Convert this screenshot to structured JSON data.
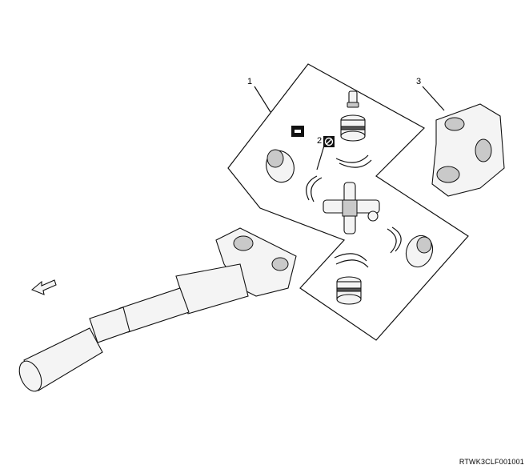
{
  "callouts": {
    "c1": "1",
    "c2": "2",
    "c3": "3"
  },
  "figure_code": "RTWK3CLF001001",
  "icons": [
    "grease-icon",
    "no-reuse-icon",
    "direction-arrow-icon"
  ]
}
